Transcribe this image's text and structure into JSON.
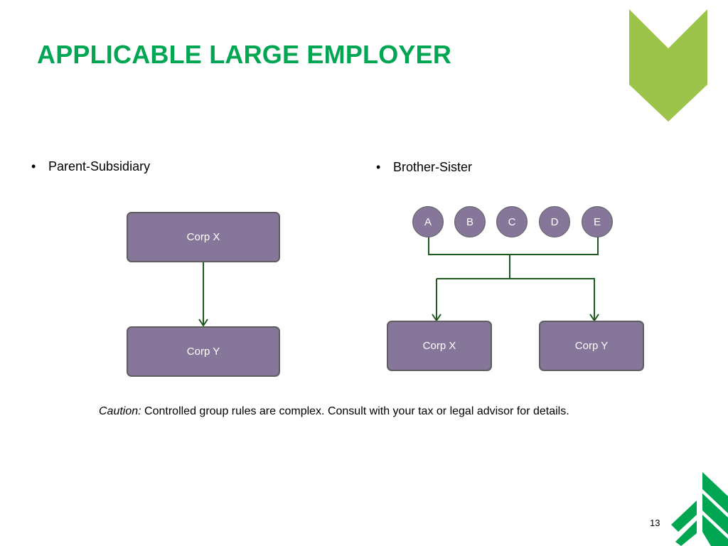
{
  "slide": {
    "title": "APPLICABLE LARGE EMPLOYER",
    "page_number": "13",
    "colors": {
      "title": "#00a651",
      "box_fill": "#85769a",
      "box_border": "#5e5e5e",
      "connector": "#1e5a1e",
      "logo_light": "#9cc34a",
      "logo_dark": "#00a651"
    }
  },
  "left": {
    "bullet_marker": "•",
    "bullet": "Parent-Subsidiary",
    "top_box": "Corp X",
    "bottom_box": "Corp Y"
  },
  "right": {
    "bullet_marker": "•",
    "bullet": "Brother-Sister",
    "owners": [
      "A",
      "B",
      "C",
      "D",
      "E"
    ],
    "corps": [
      "Corp X",
      "Corp Y"
    ]
  },
  "caution": {
    "lead": "Caution:",
    "text": " Controlled group rules are complex.  Consult with your tax or legal advisor for details."
  },
  "icons": {
    "top_right": "chevron-logo-icon",
    "bottom_right": "tree-logo-icon"
  }
}
